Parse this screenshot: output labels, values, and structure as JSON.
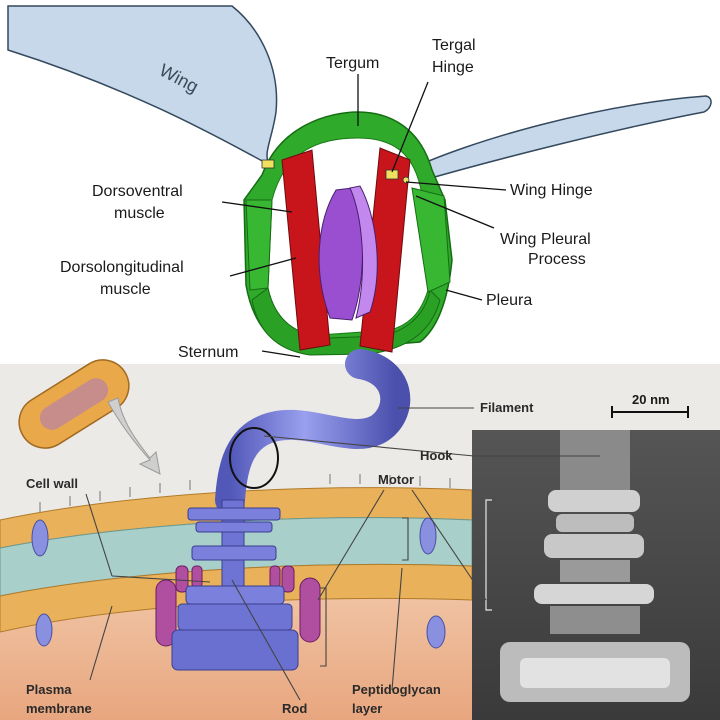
{
  "top_panel": {
    "labels": {
      "wing": "Wing",
      "tergum": "Tergum",
      "tergal_hinge_1": "Tergal",
      "tergal_hinge_2": "Hinge",
      "wing_hinge": "Wing Hinge",
      "wing_pleural_1": "Wing Pleural",
      "wing_pleural_2": "Process",
      "dorsoventral_1": "Dorsoventral",
      "dorsoventral_2": "muscle",
      "dorsolongitudinal_1": "Dorsolongitudinal",
      "dorsolongitudinal_2": "muscle",
      "pleura": "Pleura",
      "sternum": "Sternum"
    }
  },
  "bottom_panel": {
    "labels": {
      "filament": "Filament",
      "hook": "Hook",
      "cell_wall": "Cell wall",
      "motor": "Motor",
      "plasma_1": "Plasma",
      "plasma_2": "membrane",
      "rod": "Rod",
      "peptido_1": "Peptidoglycan",
      "peptido_2": "layer"
    },
    "scale_bar": "20 nm"
  },
  "colors": {
    "green": "#2faa2a",
    "red": "#c8141b",
    "purple": "#9a4fd0",
    "wing": "#c6d8ea",
    "motor_blue": "#6e74d4",
    "membrane_orange": "#e9b25a",
    "membrane_teal": "#a8cfc9"
  }
}
